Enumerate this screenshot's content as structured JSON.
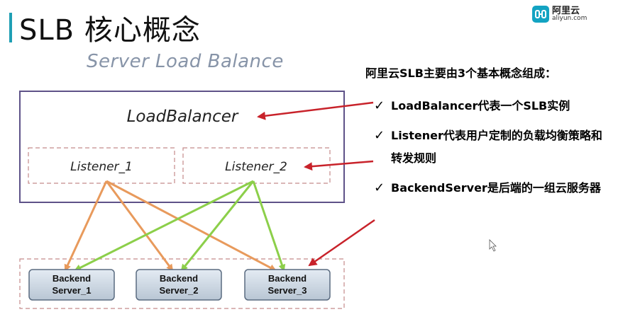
{
  "title": "SLB 核心概念",
  "logo": {
    "cn": "阿里云",
    "en": "aliyun.com"
  },
  "subtitle": "Server Load Balance",
  "diagram": {
    "load_balancer": "LoadBalancer",
    "listener_1": "Listener_1",
    "listener_2": "Listener_2",
    "servers": [
      {
        "line1": "Backend",
        "line2": "Server_1"
      },
      {
        "line1": "Backend",
        "line2": "Server_2"
      },
      {
        "line1": "Backend",
        "line2": "Server_3"
      }
    ],
    "colors": {
      "orange": "#e89a5c",
      "green": "#8ccf4a",
      "red": "#c8222a",
      "frame": "#5e5288",
      "dashed": "#c48a8a"
    }
  },
  "concepts": {
    "intro": "阿里云SLB主要由3个基本概念组成：",
    "check_icon": "✓",
    "items": [
      "LoadBalancer代表一个SLB实例",
      "Listener代表用户定制的负载均衡策略和转发规则",
      "BackendServer是后端的一组云服务器"
    ]
  }
}
